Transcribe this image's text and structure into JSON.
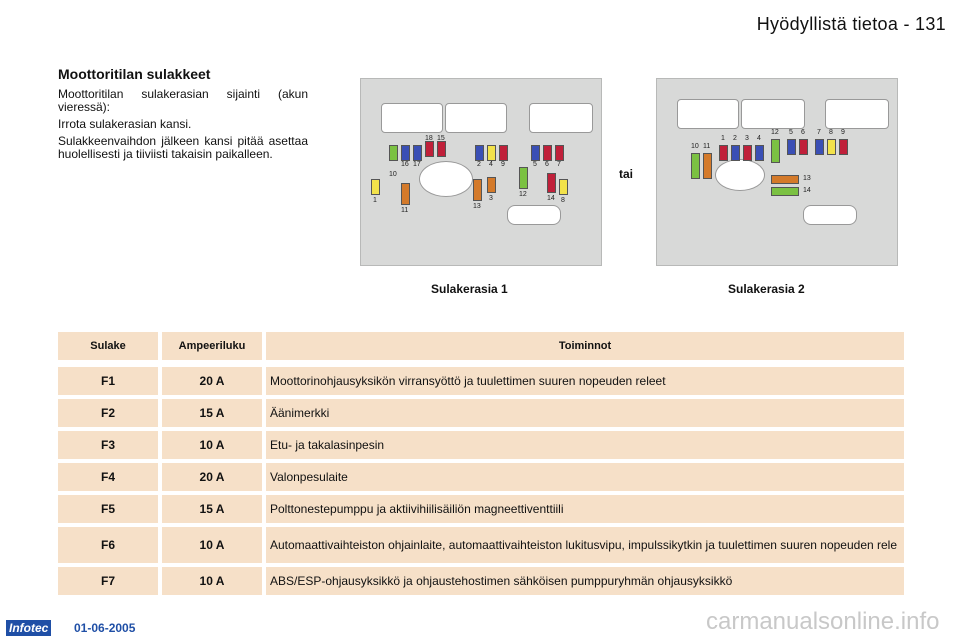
{
  "header": {
    "title": "Hyödyllistä tietoa - 131"
  },
  "section": {
    "title": "Moottoritilan sulakkeet",
    "intro": [
      "Moottoritilan sulakerasian sijainti (akun vieressä):",
      "Irrota sulakerasian kansi.",
      "Sulakkeenvaihdon jälkeen kansi pitää asettaa huolellisesti ja tiiviisti takaisin paikalleen."
    ]
  },
  "diagrams": {
    "or_label": "tai",
    "box1_caption": "Sulakerasia 1",
    "box2_caption": "Sulakerasia 2",
    "box1_labels": [
      "10",
      "16",
      "17",
      "18",
      "15",
      "2",
      "4",
      "9",
      "5",
      "6",
      "7",
      "1",
      "11",
      "13",
      "3",
      "12",
      "14",
      "8"
    ],
    "box2_labels": [
      "10",
      "11",
      "1",
      "2",
      "3",
      "4",
      "12",
      "5",
      "6",
      "7",
      "8",
      "9",
      "13",
      "14"
    ]
  },
  "table": {
    "headers": [
      "Sulake",
      "Ampeeriluku",
      "Toiminnot"
    ],
    "rows": [
      [
        "F1",
        "20 A",
        "Moottorinohjausyksikön virransyöttö ja tuulettimen suuren nopeuden releet"
      ],
      [
        "F2",
        "15 A",
        "Äänimerkki"
      ],
      [
        "F3",
        "10 A",
        "Etu- ja takalasinpesin"
      ],
      [
        "F4",
        "20 A",
        "Valonpesulaite"
      ],
      [
        "F5",
        "15 A",
        "Polttonestepumppu ja aktiivihiilisäiliön magneettiventtiili"
      ],
      [
        "F6",
        "10 A",
        "Automaattivaihteiston ohjainlaite, automaattivaihteiston lukitusvipu, impulssikytkin ja tuulettimen suuren nopeuden rele"
      ],
      [
        "F7",
        "10 A",
        "ABS/ESP-ohjausyksikkö ja ohjaustehostimen sähköisen pumppuryhmän ohjausyksikkö"
      ]
    ]
  },
  "footer": {
    "logo": "Infotec",
    "date": "01-06-2005",
    "watermark": "carmanualsonline.info"
  }
}
